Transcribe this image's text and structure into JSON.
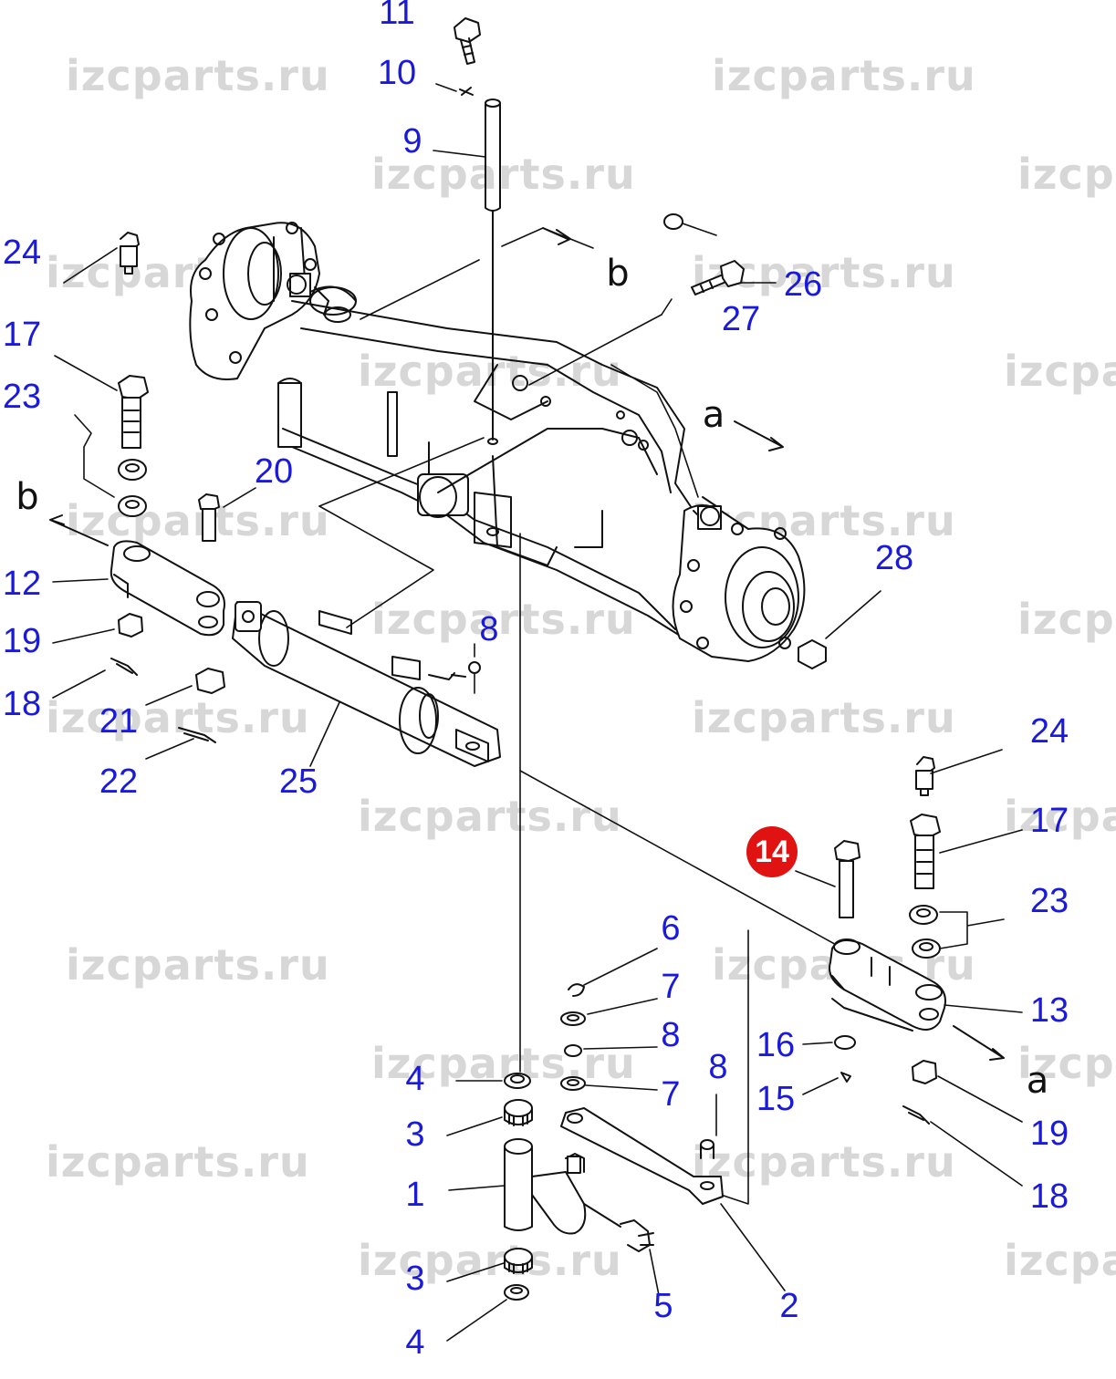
{
  "watermark": "izcparts.ru",
  "highlight_callout": "14",
  "colors": {
    "callout": "#1a1adb",
    "highlight": "#e01212",
    "watermark": "#d7d7d7",
    "line": "#111111"
  },
  "view_markers": [
    "a",
    "b"
  ],
  "callouts": [
    "11",
    "10",
    "9",
    "24",
    "17",
    "23",
    "20",
    "12",
    "19",
    "18",
    "21",
    "22",
    "25",
    "8",
    "26",
    "27",
    "28",
    "24",
    "17",
    "23",
    "13",
    "19",
    "18",
    "6",
    "7",
    "8",
    "7",
    "16",
    "15",
    "8",
    "4",
    "3",
    "1",
    "3",
    "4",
    "5",
    "2"
  ]
}
